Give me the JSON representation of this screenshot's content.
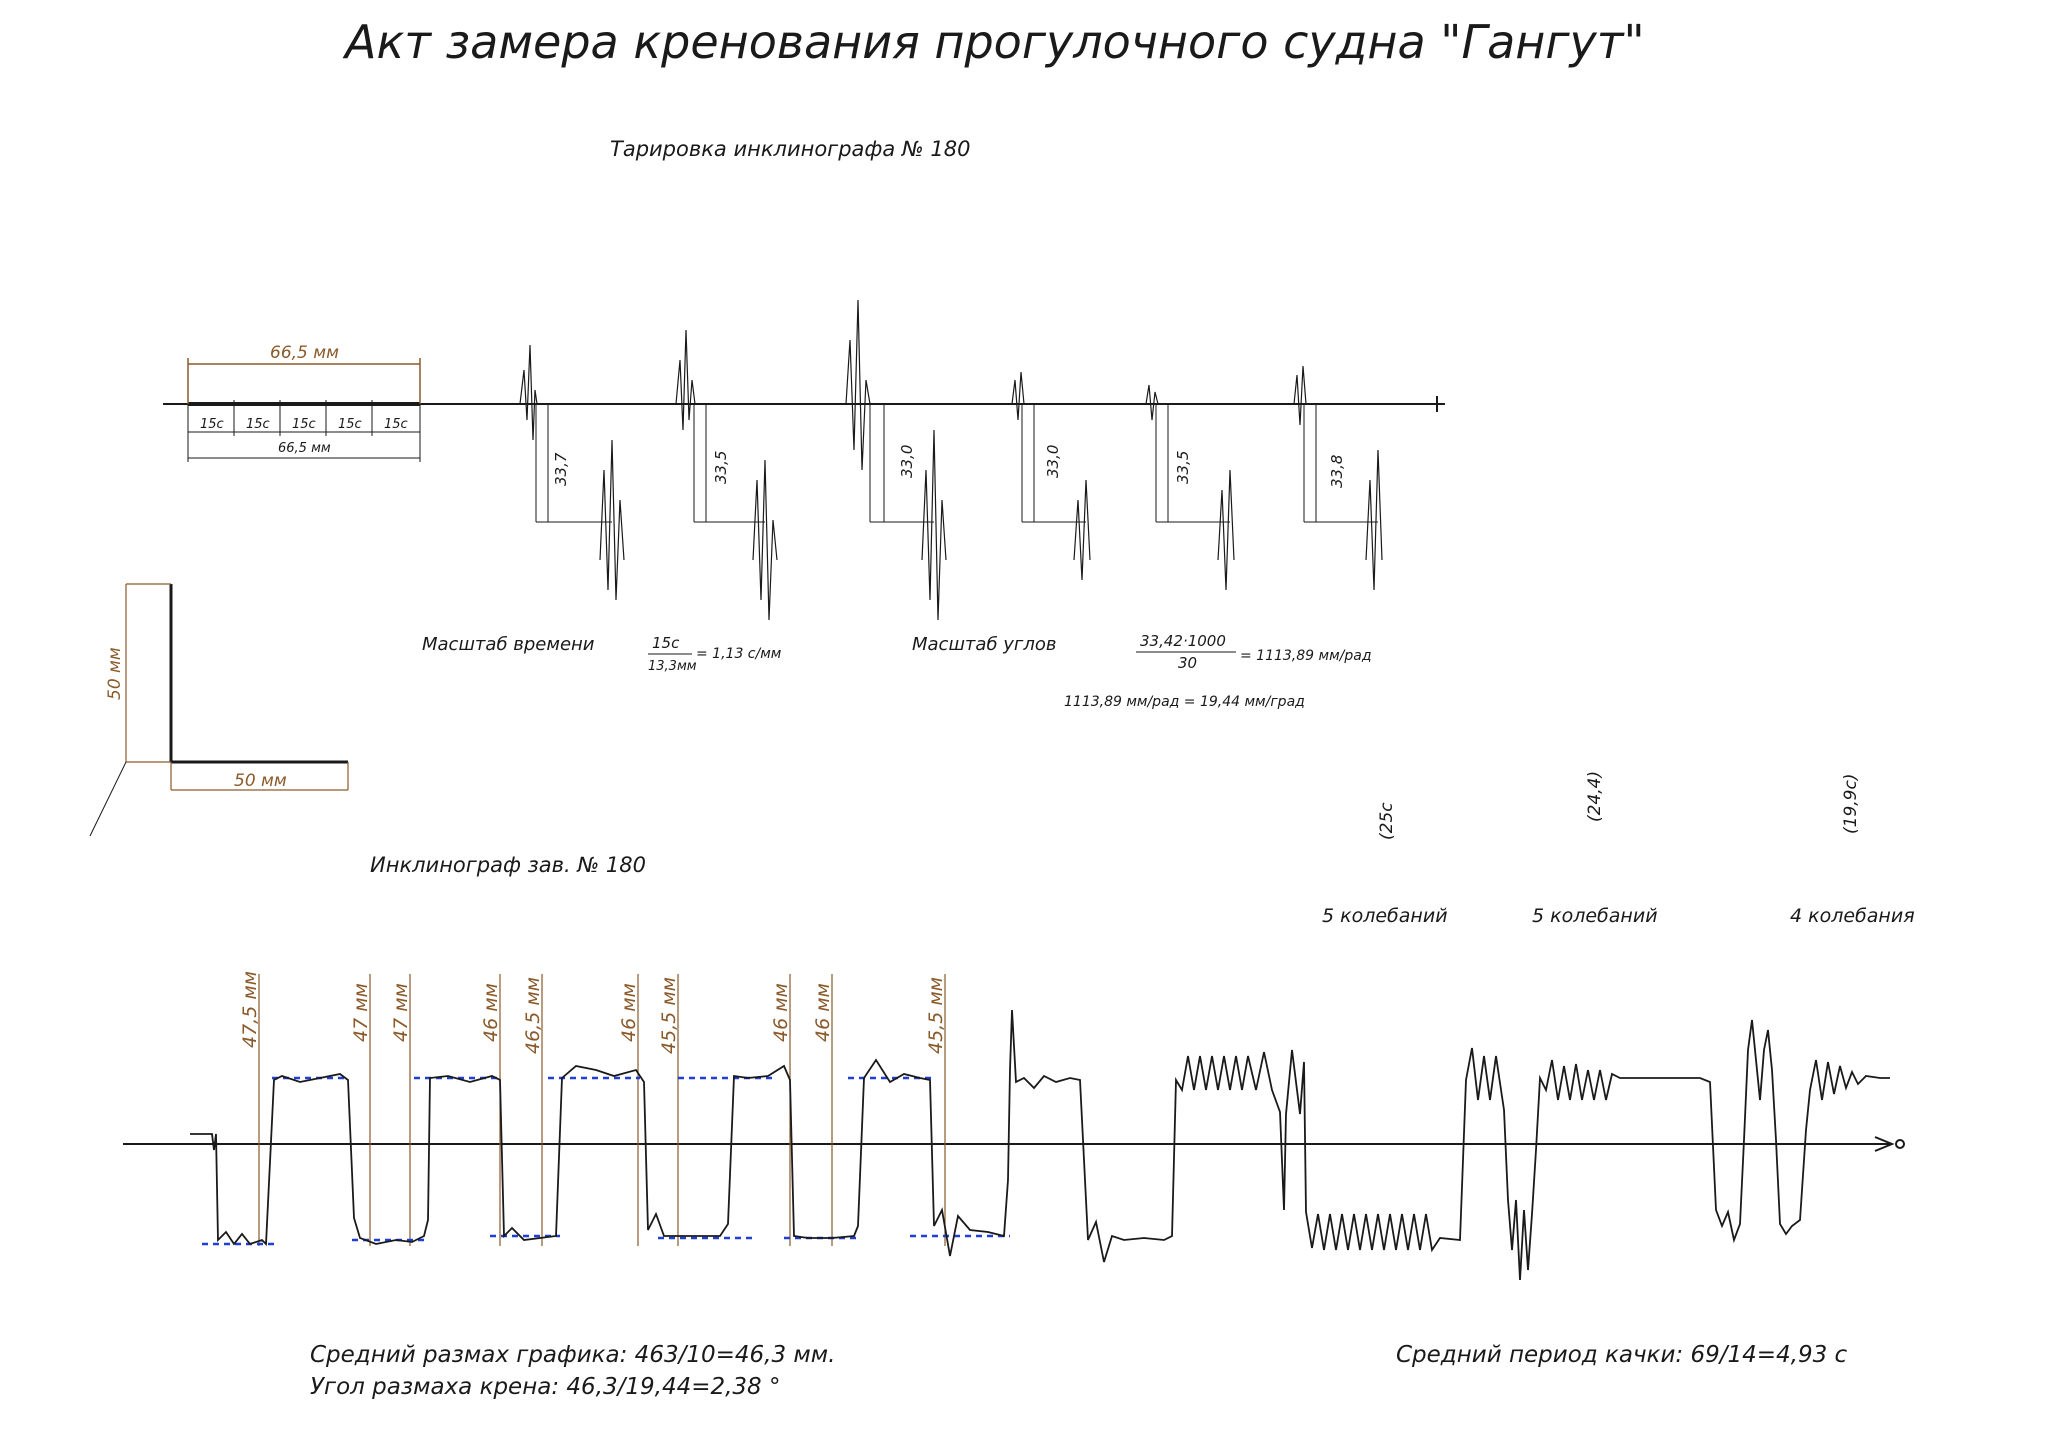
{
  "title": "Акт замера кренования прогулочного судна \"Гангут\"",
  "calibration": {
    "heading": "Тарировка инклинографа № 180",
    "total_length_top": "66,5 мм",
    "total_length_bottom": "66,5 мм",
    "segments": [
      "15с",
      "15с",
      "15с",
      "15с",
      "15с"
    ],
    "amplitudes": [
      "33,7",
      "33,5",
      "33,0",
      "33,0",
      "33,5",
      "33,8"
    ],
    "time_scale_label": "Масштаб времени",
    "time_scale_num": "15с",
    "time_scale_den": "13,3мм",
    "time_scale_result": "= 1,13 с/мм",
    "angle_scale_label": "Масштаб углов",
    "angle_scale_num": "33,42·1000",
    "angle_scale_den": "30",
    "angle_scale_result": "= 1113,89 мм/рад",
    "angle_scale_deg": "1113,89 мм/рад = 19,44 мм/град"
  },
  "scale_marker": {
    "vertical": "50 мм",
    "horizontal": "50 мм"
  },
  "inclinograph": {
    "heading": "Инклинограф зав. № 180",
    "swing_labels": [
      "47,5 мм",
      "47 мм",
      "47 мм",
      "46 мм",
      "46,5 мм",
      "46 мм",
      "45,5 мм",
      "46 мм",
      "46 мм",
      "45,5 мм"
    ],
    "period_times": [
      "(25с",
      "(24,4)",
      "(19,9с)"
    ],
    "oscillation_counts": [
      "5 колебаний",
      "5 колебаний",
      "4 колебания"
    ]
  },
  "results": {
    "avg_swing": "Средний размах графика: 463/10=46,3 мм.",
    "swing_angle": "Угол размаха крена: 46,3/19,44=2,38 °",
    "avg_period": "Средний период качки: 69/14=4,93 с"
  },
  "colors": {
    "ink": "#1a1a1a",
    "dimension": "#8a5a2b",
    "level": "#1f3fd6"
  }
}
